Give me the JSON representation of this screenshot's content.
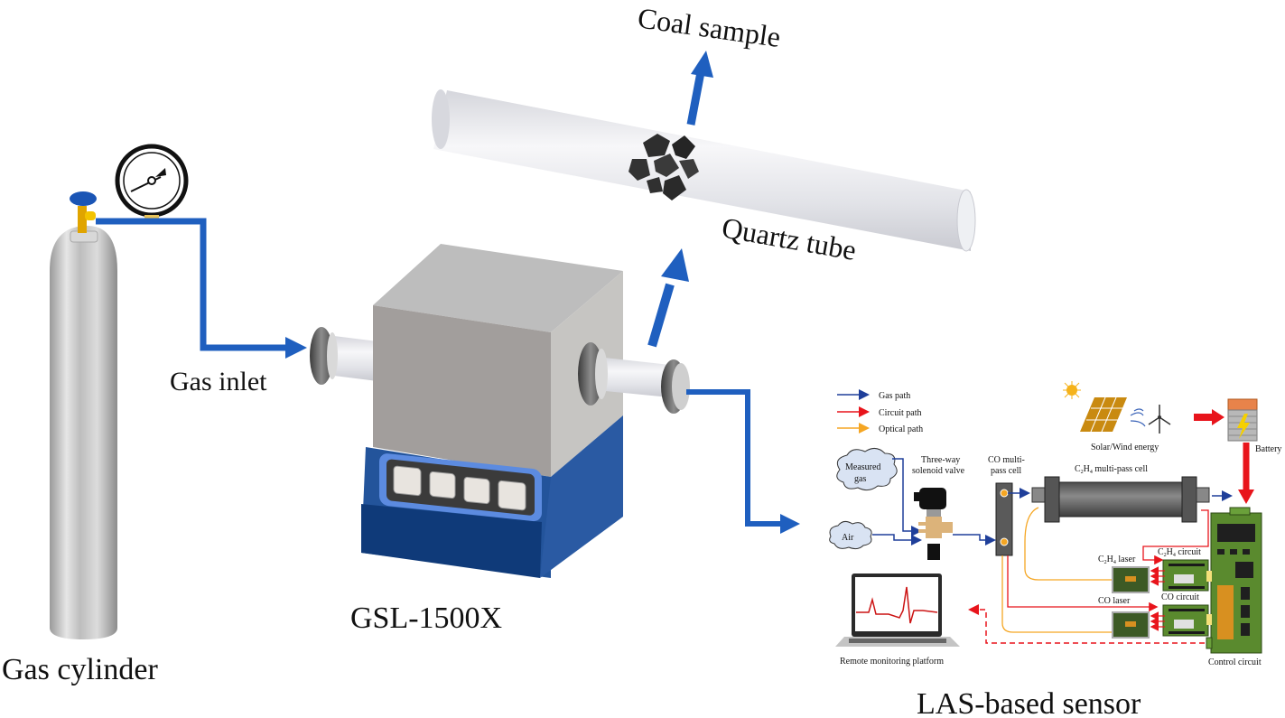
{
  "labels": {
    "coal_sample": "Coal sample",
    "quartz_tube": "Quartz tube",
    "gas_inlet": "Gas inlet",
    "furnace_model": "GSL-1500X",
    "gas_cylinder": "Gas cylinder",
    "sensor_title": "LAS-based sensor"
  },
  "legend": {
    "items": [
      {
        "label": "Gas path",
        "color": "#1f3f9a"
      },
      {
        "label": "Circuit path",
        "color": "#e8141b"
      },
      {
        "label": "Optical path",
        "color": "#f5a623"
      }
    ]
  },
  "sensor": {
    "measured_gas_line1": "Measured",
    "measured_gas_line2": "gas",
    "air": "Air",
    "valve_line1": "Three-way",
    "valve_line2": "solenoid valve",
    "co_cell_line1": "CO multi-",
    "co_cell_line2": "pass cell",
    "c2h4_cell_prefix": "C",
    "c2h4_cell_sub1": "2",
    "c2h4_cell_mid": "H",
    "c2h4_cell_sub2": "4",
    "c2h4_cell_suffix": " multi-pass cell",
    "solar_wind": "Solar/Wind energy",
    "battery": "Battery",
    "c2h4_laser_suffix": " laser",
    "c2h4_circuit_suffix": " circuit",
    "co_laser": "CO laser",
    "co_circuit": "CO circuit",
    "control_circuit": "Control circuit",
    "remote_platform": "Remote monitoring platform"
  },
  "colors": {
    "flow_arrow": "#1f5fbf",
    "furnace_blue": "#23549b",
    "furnace_gray": "#a29e9c",
    "pcb_green": "#5a8a2e",
    "circuit_red": "#e8141b",
    "optical_orange": "#f5a623"
  }
}
